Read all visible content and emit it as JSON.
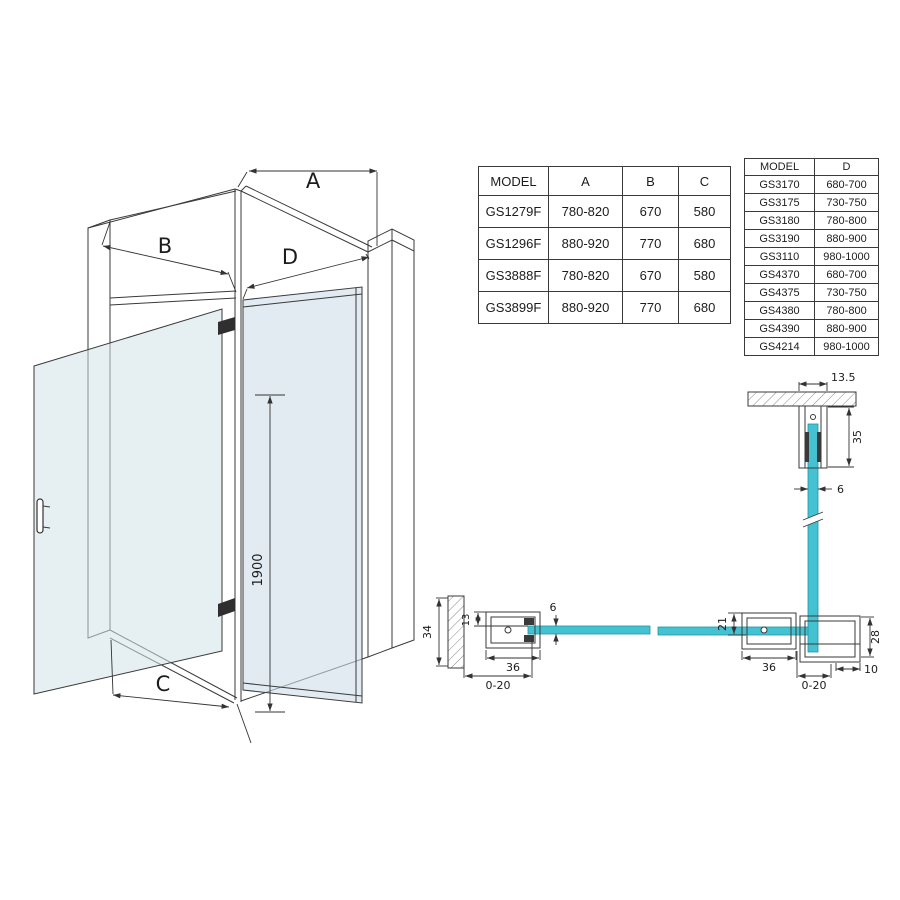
{
  "spec_table": {
    "headers": [
      "MODEL",
      "A",
      "B",
      "C"
    ],
    "rows": [
      [
        "GS1279F",
        "780-820",
        "670",
        "580"
      ],
      [
        "GS1296F",
        "880-920",
        "770",
        "680"
      ],
      [
        "GS3888F",
        "780-820",
        "670",
        "580"
      ],
      [
        "GS3899F",
        "880-920",
        "770",
        "680"
      ]
    ]
  },
  "side_panel_table": {
    "headers": [
      "MODEL",
      "D"
    ],
    "rows": [
      [
        "GS3170",
        "680-700"
      ],
      [
        "GS3175",
        "730-750"
      ],
      [
        "GS3180",
        "780-800"
      ],
      [
        "GS3190",
        "880-900"
      ],
      [
        "GS3110",
        "980-1000"
      ],
      [
        "GS4370",
        "680-700"
      ],
      [
        "GS4375",
        "730-750"
      ],
      [
        "GS4380",
        "780-800"
      ],
      [
        "GS4390",
        "880-900"
      ],
      [
        "GS4214",
        "980-1000"
      ]
    ]
  },
  "iso_drawing": {
    "label_a": "A",
    "label_b": "B",
    "label_c": "C",
    "label_d": "D",
    "height_dim": "1900"
  },
  "section_details": {
    "ceiling_profile_width": "13.5",
    "ceiling_profile_height": "35",
    "glass_thickness_side": "6",
    "wall_profile_depth": "34",
    "wall_profile_offset": "13",
    "glass_thickness_door": "6",
    "wall_profile_width": "36",
    "wall_adjustment": "0-20",
    "corner_offset": "21",
    "corner_profile_width": "36",
    "corner_adjustment": "0-20",
    "floor_profile_height": "28",
    "floor_profile_width": "10"
  },
  "colors": {
    "glass_teal": "#45c2d1",
    "glass_light": "#dfe9ee"
  }
}
